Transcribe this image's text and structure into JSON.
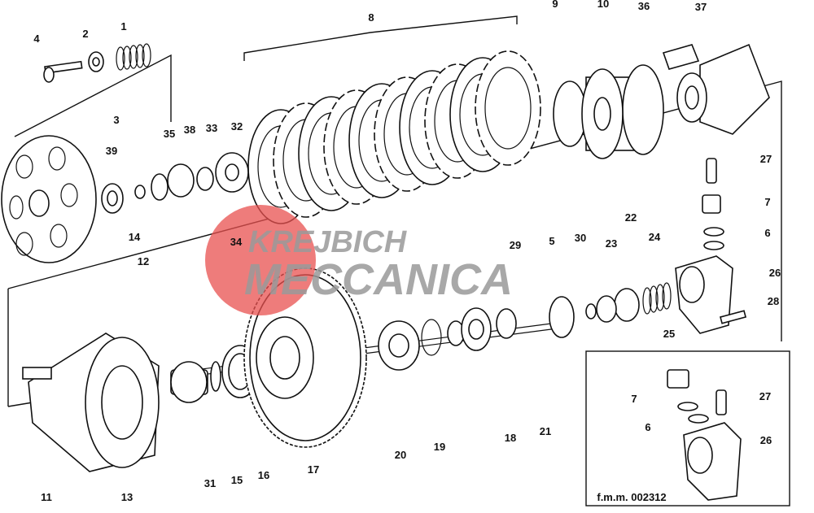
{
  "diagram": {
    "title": "Clutch exploded parts diagram",
    "labels": [
      "4",
      "2",
      "1",
      "3",
      "39",
      "35",
      "38",
      "33",
      "32",
      "8",
      "9",
      "10",
      "36",
      "37",
      "27",
      "7",
      "6",
      "26",
      "28",
      "22",
      "23",
      "24",
      "30",
      "5",
      "29",
      "25",
      "14",
      "12",
      "34",
      "11",
      "13",
      "31",
      "15",
      "16",
      "17",
      "20",
      "19",
      "18",
      "21"
    ],
    "inset_labels": [
      "7",
      "27",
      "6",
      "26"
    ],
    "drawing_code": "f.m.m. 002312"
  },
  "watermark": {
    "line1": "KREJBICH",
    "line2": "MECCANICA",
    "accent_color": "#e8504f",
    "text_color": "#9a9a9a"
  }
}
